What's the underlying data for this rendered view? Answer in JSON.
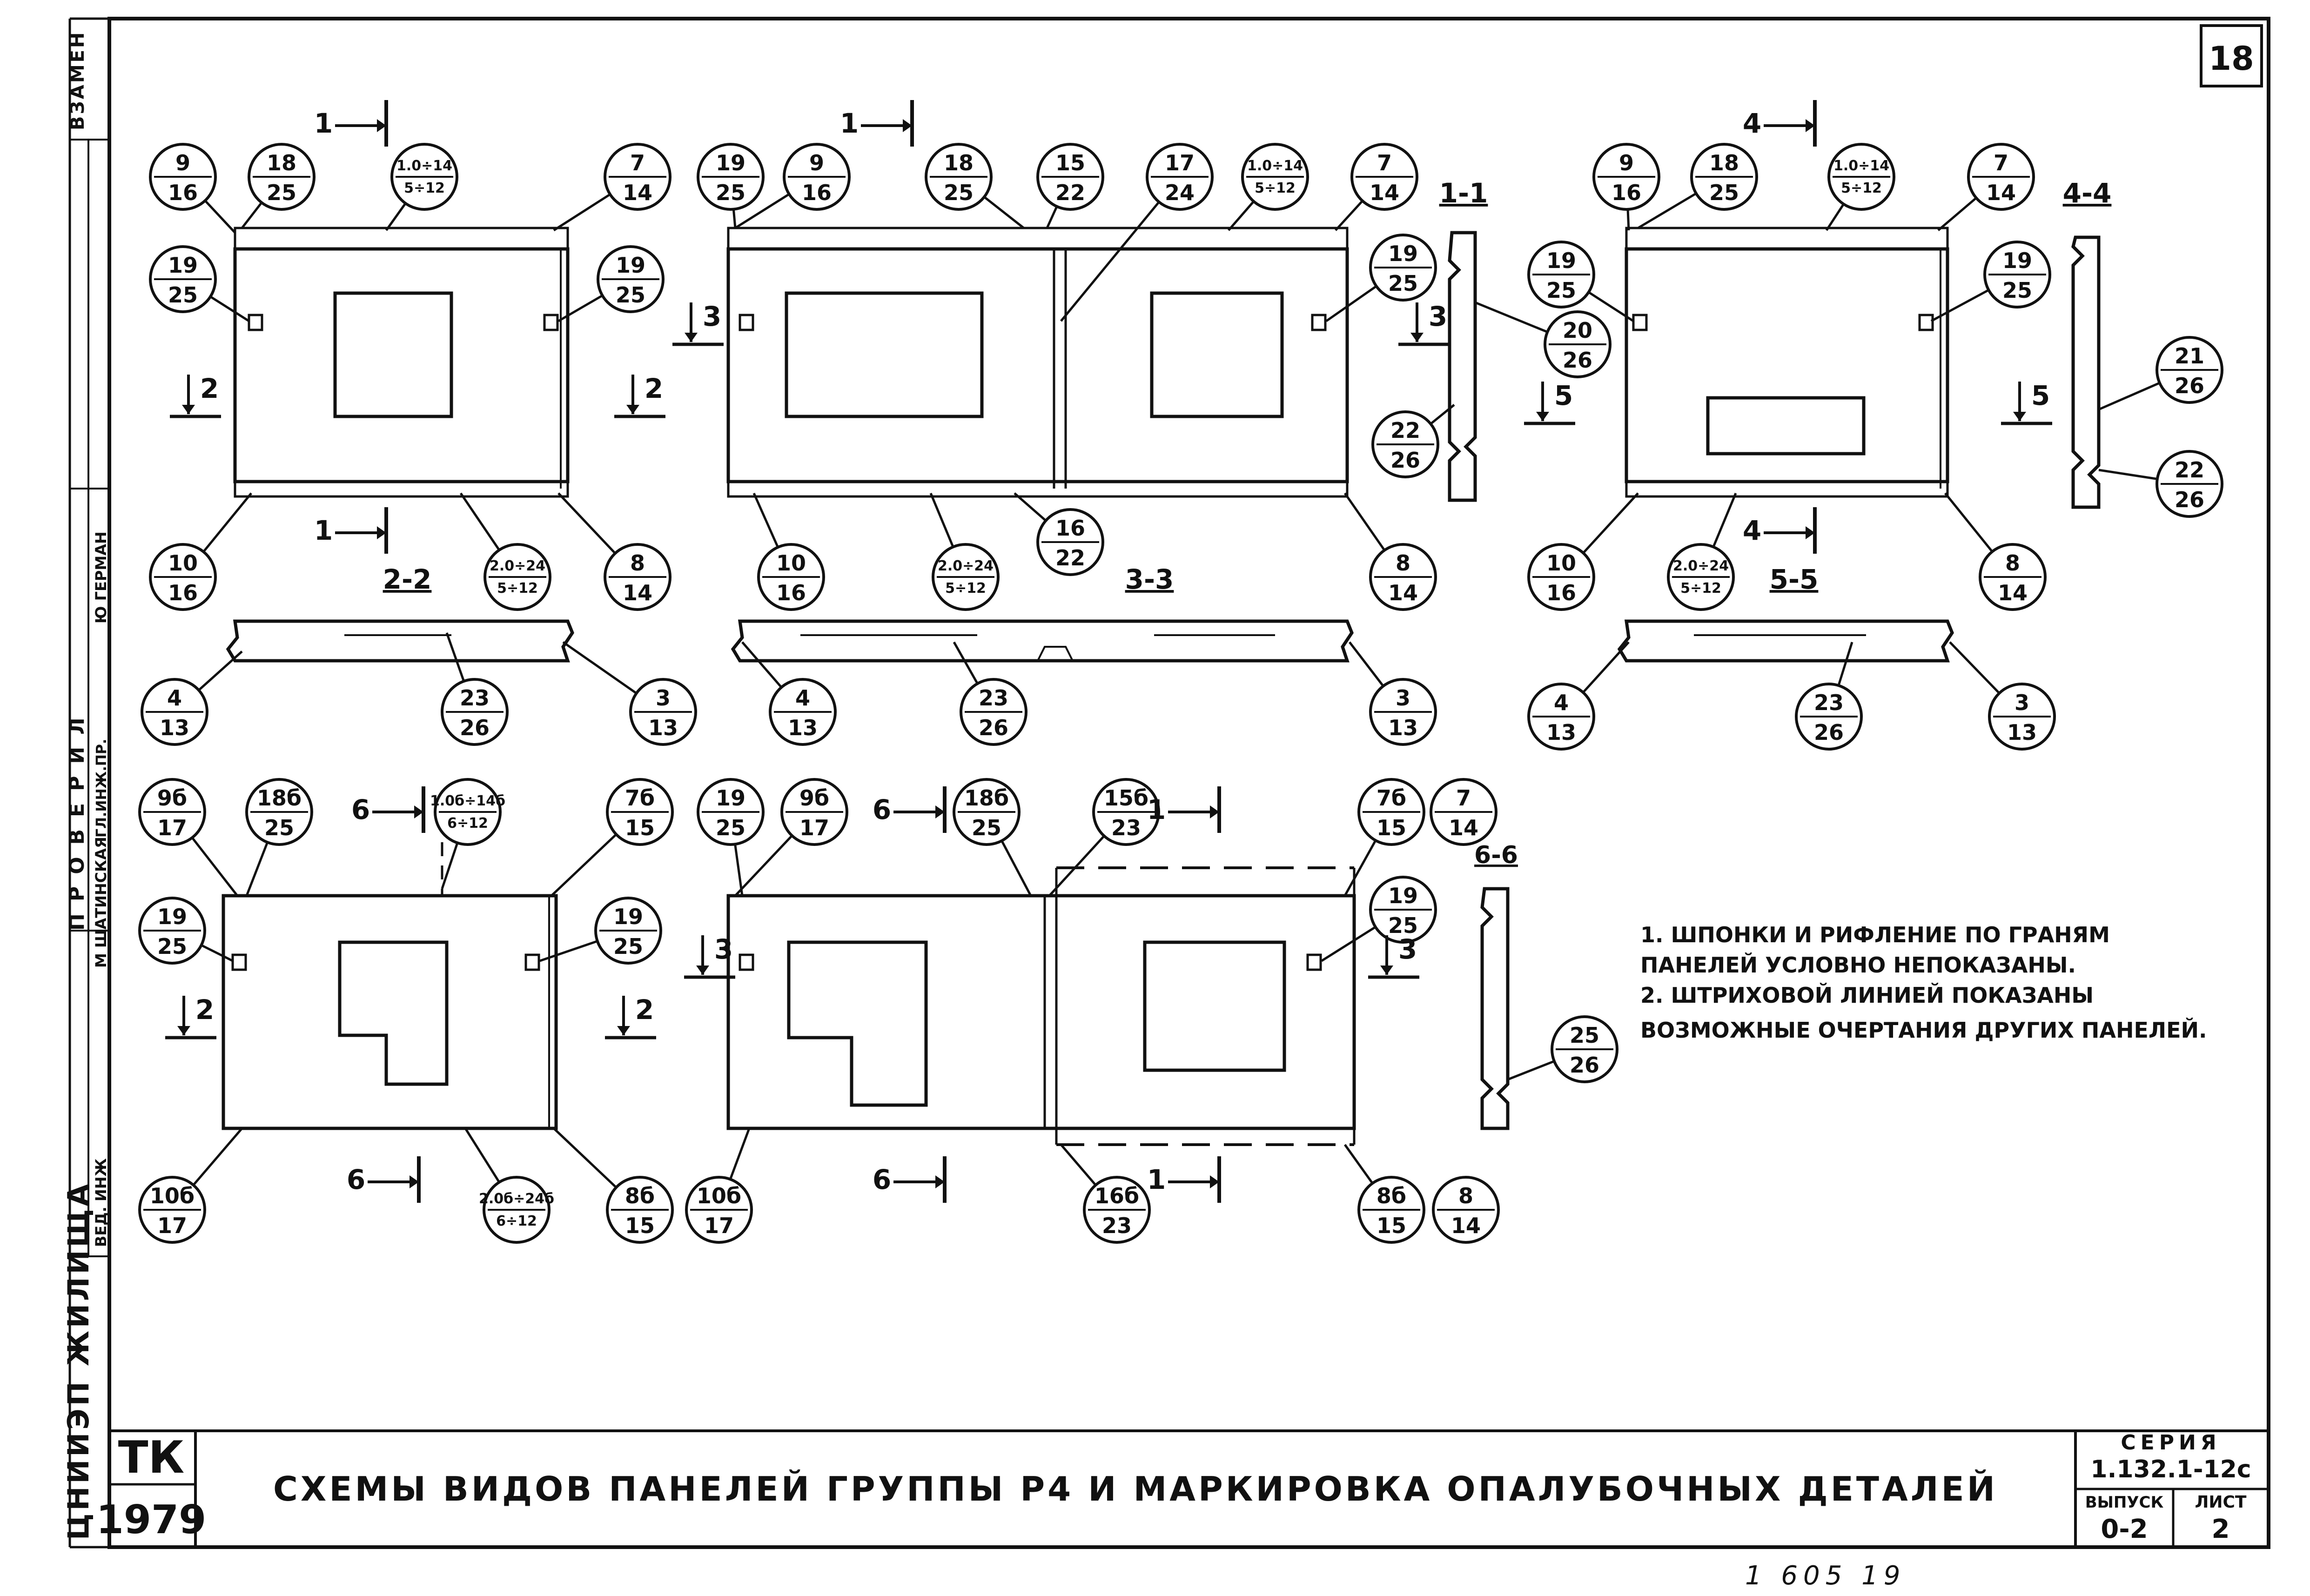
{
  "sheet": {
    "page_number": "18",
    "title": "СХЕМЫ ВИДОВ ПАНЕЛЕЙ ГРУППЫ Р4 И МАРКИРОВКА ОПАЛУБОЧНЫХ ДЕТАЛЕЙ",
    "org_mark": "ТК",
    "year": "1979",
    "series_label": "СЕРИЯ",
    "series_value": "1.132.1-12с",
    "issue_label": "ВЫПУСК",
    "issue_value": "0-2",
    "sheet_label": "ЛИСТ",
    "sheet_value": "2",
    "footer_code": "1 605 19",
    "side_org": "ЦНИИЭП ЖИЛИЩА",
    "side_replaces": "ВЗАМЕН",
    "side_checked": "ПРОВЕРИЛ",
    "side_names": [
      "Ю ГЕРМАН",
      "М ШАТИНСКАЯ"
    ],
    "side_roles": [
      "ГЛ.ИНЖ.ПР.",
      "ВЕД. ИНЖ"
    ]
  },
  "notes": [
    "1. ШПОНКИ И РИФЛЕНИЕ ПО ГРАНЯМ",
    "ПАНЕЛЕЙ УСЛОВНО НЕПОКАЗАНЫ.",
    "2. ШТРИХОВОЙ ЛИНИЕЙ ПОКАЗАНЫ",
    "ВОЗМОЖНЫЕ ОЧЕРТАНИЯ ДРУГИХ ПАНЕЛЕЙ."
  ],
  "section_titles": [
    "1-1",
    "2-2",
    "3-3",
    "4-4",
    "5-5",
    "6-6"
  ],
  "callouts": [
    {
      "id": "c1",
      "top": "9",
      "bottom": "16"
    },
    {
      "id": "c2",
      "top": "18",
      "bottom": "25"
    },
    {
      "id": "c3",
      "top": "1.0÷14",
      "bottom": "5÷12"
    },
    {
      "id": "c4",
      "top": "7",
      "bottom": "14"
    },
    {
      "id": "c5",
      "top": "19",
      "bottom": "25"
    },
    {
      "id": "c6",
      "top": "19",
      "bottom": "25"
    },
    {
      "id": "c7",
      "top": "10",
      "bottom": "16"
    },
    {
      "id": "c8",
      "top": "2.0÷24",
      "bottom": "5÷12"
    },
    {
      "id": "c9",
      "top": "8",
      "bottom": "14"
    },
    {
      "id": "c10",
      "top": "19",
      "bottom": "25"
    },
    {
      "id": "c11",
      "top": "9",
      "bottom": "16"
    },
    {
      "id": "c12",
      "top": "18",
      "bottom": "25"
    },
    {
      "id": "c13",
      "top": "15",
      "bottom": "22"
    },
    {
      "id": "c14",
      "top": "17",
      "bottom": "24"
    },
    {
      "id": "c15",
      "top": "1.0÷14",
      "bottom": "5÷12"
    },
    {
      "id": "c16",
      "top": "7",
      "bottom": "14"
    },
    {
      "id": "c17",
      "top": "19",
      "bottom": "25"
    },
    {
      "id": "c18",
      "top": "10",
      "bottom": "16"
    },
    {
      "id": "c19",
      "top": "2.0÷24",
      "bottom": "5÷12"
    },
    {
      "id": "c20",
      "top": "16",
      "bottom": "22"
    },
    {
      "id": "c21",
      "top": "8",
      "bottom": "14"
    },
    {
      "id": "c22",
      "top": "20",
      "bottom": "26"
    },
    {
      "id": "c23",
      "top": "22",
      "bottom": "26"
    },
    {
      "id": "c24",
      "top": "9",
      "bottom": "16"
    },
    {
      "id": "c25",
      "top": "18",
      "bottom": "25"
    },
    {
      "id": "c26",
      "top": "1.0÷14",
      "bottom": "5÷12"
    },
    {
      "id": "c27",
      "top": "7",
      "bottom": "14"
    },
    {
      "id": "c28",
      "top": "19",
      "bottom": "25"
    },
    {
      "id": "c29",
      "top": "19",
      "bottom": "25"
    },
    {
      "id": "c30",
      "top": "10",
      "bottom": "16"
    },
    {
      "id": "c31",
      "top": "2.0÷24",
      "bottom": "5÷12"
    },
    {
      "id": "c32",
      "top": "8",
      "bottom": "14"
    },
    {
      "id": "c33",
      "top": "21",
      "bottom": "26"
    },
    {
      "id": "c34",
      "top": "22",
      "bottom": "26"
    },
    {
      "id": "c35",
      "top": "4",
      "bottom": "13"
    },
    {
      "id": "c36",
      "top": "23",
      "bottom": "26"
    },
    {
      "id": "c37",
      "top": "3",
      "bottom": "13"
    },
    {
      "id": "c38",
      "top": "4",
      "bottom": "13"
    },
    {
      "id": "c39",
      "top": "23",
      "bottom": "26"
    },
    {
      "id": "c40",
      "top": "3",
      "bottom": "13"
    },
    {
      "id": "c41",
      "top": "4",
      "bottom": "13"
    },
    {
      "id": "c42",
      "top": "23",
      "bottom": "26"
    },
    {
      "id": "c43",
      "top": "3",
      "bottom": "13"
    },
    {
      "id": "c44",
      "top": "9б",
      "bottom": "17"
    },
    {
      "id": "c45",
      "top": "18б",
      "bottom": "25"
    },
    {
      "id": "c46",
      "top": "1.0б÷14б",
      "bottom": "6÷12"
    },
    {
      "id": "c47",
      "top": "7б",
      "bottom": "15"
    },
    {
      "id": "c48",
      "top": "19",
      "bottom": "25"
    },
    {
      "id": "c49",
      "top": "19",
      "bottom": "25"
    },
    {
      "id": "c50",
      "top": "10б",
      "bottom": "17"
    },
    {
      "id": "c51",
      "top": "2.0б÷24б",
      "bottom": "6÷12"
    },
    {
      "id": "c52",
      "top": "8б",
      "bottom": "15"
    },
    {
      "id": "c53",
      "top": "19",
      "bottom": "25"
    },
    {
      "id": "c54",
      "top": "9б",
      "bottom": "17"
    },
    {
      "id": "c55",
      "top": "18б",
      "bottom": "25"
    },
    {
      "id": "c56",
      "top": "15б",
      "bottom": "23"
    },
    {
      "id": "c57",
      "top": "7б",
      "bottom": "15"
    },
    {
      "id": "c58",
      "top": "7",
      "bottom": "14"
    },
    {
      "id": "c59",
      "top": "19",
      "bottom": "25"
    },
    {
      "id": "c60",
      "top": "10б",
      "bottom": "17"
    },
    {
      "id": "c61",
      "top": "16б",
      "bottom": "23"
    },
    {
      "id": "c62",
      "top": "8б",
      "bottom": "15"
    },
    {
      "id": "c63",
      "top": "8",
      "bottom": "14"
    },
    {
      "id": "c64",
      "top": "25",
      "bottom": "26"
    }
  ],
  "cut_marks": [
    {
      "id": "k1",
      "label": "1"
    },
    {
      "id": "k2",
      "label": "1"
    },
    {
      "id": "k3",
      "label": "1"
    },
    {
      "id": "k4",
      "label": "4"
    },
    {
      "id": "k5",
      "label": "4"
    },
    {
      "id": "k6",
      "label": "2"
    },
    {
      "id": "k7",
      "label": "2"
    },
    {
      "id": "k8",
      "label": "3"
    },
    {
      "id": "k9",
      "label": "3"
    },
    {
      "id": "k10",
      "label": "5"
    },
    {
      "id": "k11",
      "label": "5"
    },
    {
      "id": "k12",
      "label": "6"
    },
    {
      "id": "k13",
      "label": "6"
    },
    {
      "id": "k14",
      "label": "6"
    },
    {
      "id": "k15",
      "label": "6"
    },
    {
      "id": "k16",
      "label": "1"
    },
    {
      "id": "k17",
      "label": "1"
    },
    {
      "id": "k18",
      "label": "2"
    },
    {
      "id": "k19",
      "label": "2"
    },
    {
      "id": "k20",
      "label": "3"
    },
    {
      "id": "k21",
      "label": "3"
    }
  ]
}
